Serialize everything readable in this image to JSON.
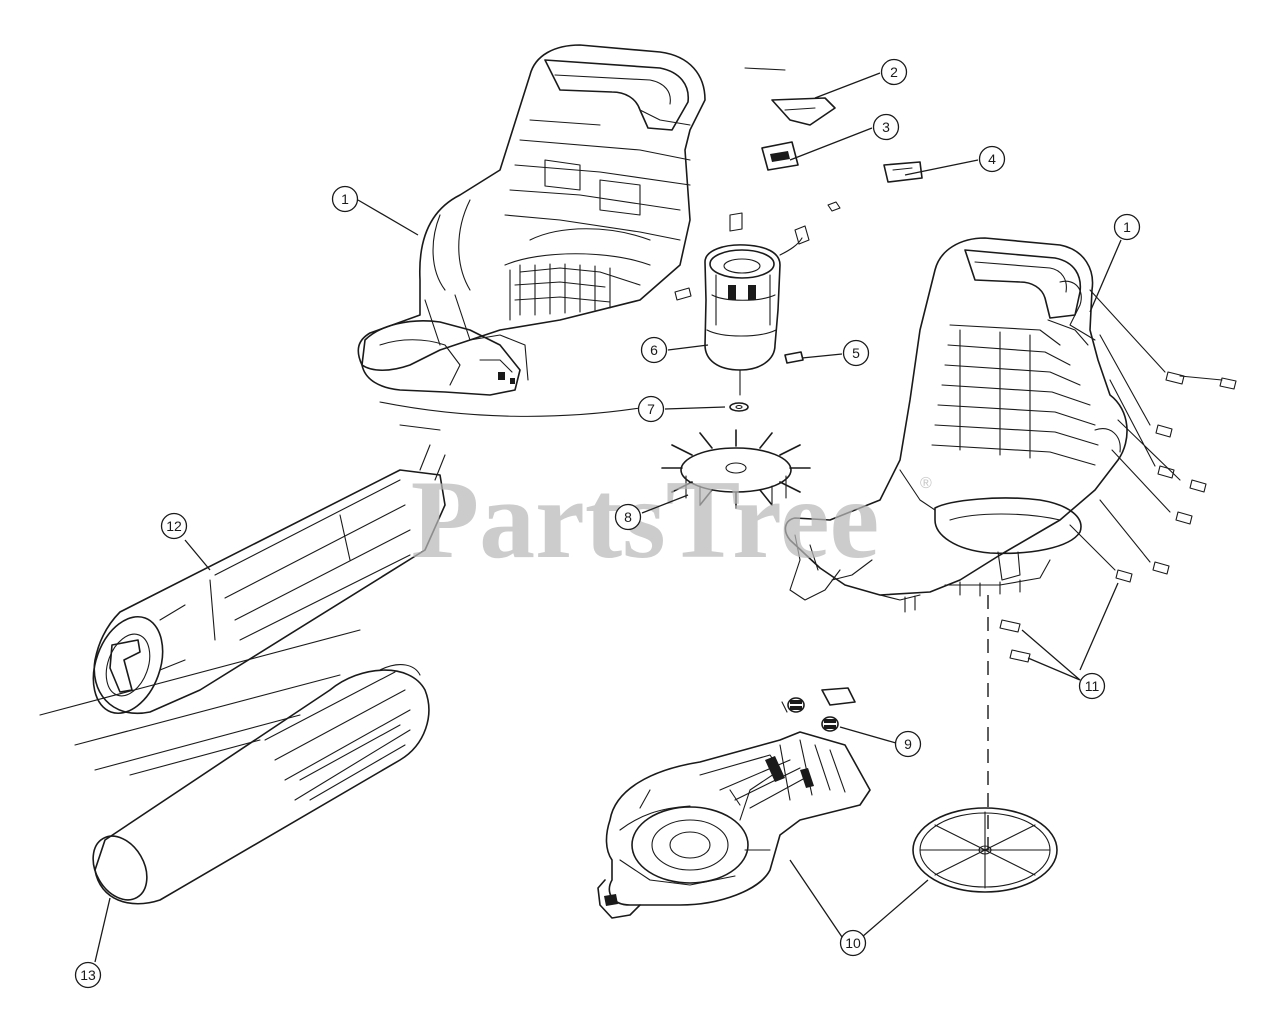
{
  "watermark": {
    "text": "PartsTree",
    "trademark": "®"
  },
  "callouts": [
    "1",
    "2",
    "3",
    "4",
    "1",
    "5",
    "6",
    "7",
    "8",
    "9",
    "10",
    "11",
    "12",
    "13"
  ]
}
